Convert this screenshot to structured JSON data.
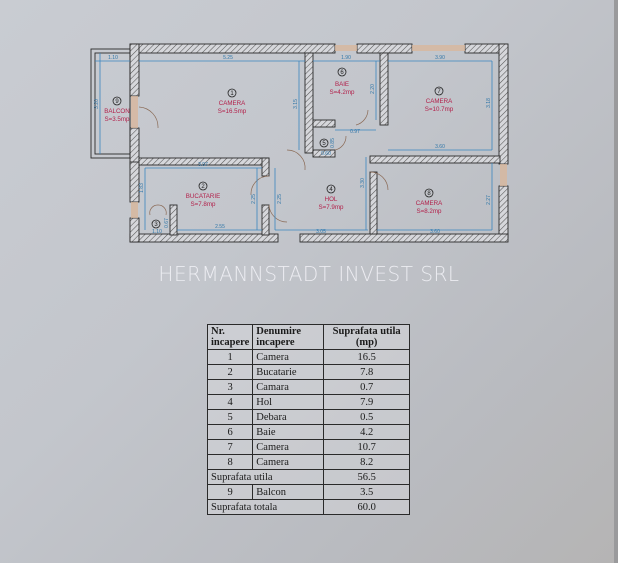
{
  "floor_plan": {
    "rooms": [
      {
        "id": "1",
        "name": "CAMERA",
        "area": "S=16.5mp"
      },
      {
        "id": "2",
        "name": "BUCATARIE",
        "area": "S=7.8mp"
      },
      {
        "id": "3",
        "name": "",
        "area": ""
      },
      {
        "id": "4",
        "name": "HOL",
        "area": "S=7.9mp"
      },
      {
        "id": "5",
        "name": "",
        "area": ""
      },
      {
        "id": "6",
        "name": "BAIE",
        "area": "S=4.2mp"
      },
      {
        "id": "7",
        "name": "CAMERA",
        "area": "S=10.7mp"
      },
      {
        "id": "8",
        "name": "CAMERA",
        "area": "S=8.2mp"
      },
      {
        "id": "9",
        "name": "BALCON",
        "area": "S=3.5mp"
      }
    ],
    "dimensions": {
      "balcon_top": "1.10",
      "balcon_side": "3.20",
      "camera1_top": "5.25",
      "camera1_side": "3.15",
      "baie_top": "1.90",
      "baie_side": "2.20",
      "camera7_top": "3.90",
      "camera7_side": "3.18",
      "camera7_bottom": "3.60",
      "hall_gap": "0.97",
      "debara_w": "0.60",
      "debara_h": "0.85",
      "bucatarie_top": "3.97",
      "bucatarie_side": "1.83",
      "bucatarie_bottom": "2.55",
      "bucatarie_right": "2.25",
      "hol_left": "2.25",
      "hol_bottom": "3.05",
      "hol_right": "3.30",
      "camara_w": "1.10",
      "camara_h": "0.67",
      "camera8_bottom": "3.60",
      "camera8_side": "2.27"
    }
  },
  "watermark": "HERMANNSTADT INVEST SRL",
  "table": {
    "headers": [
      "Nr. incapere",
      "Denumire incapere",
      "Suprafata utila (mp)"
    ],
    "rows": [
      {
        "nr": "1",
        "name": "Camera",
        "area": "16.5"
      },
      {
        "nr": "2",
        "name": "Bucatarie",
        "area": "7.8"
      },
      {
        "nr": "3",
        "name": "Camara",
        "area": "0.7"
      },
      {
        "nr": "4",
        "name": "Hol",
        "area": "7.9"
      },
      {
        "nr": "5",
        "name": "Debara",
        "area": "0.5"
      },
      {
        "nr": "6",
        "name": "Baie",
        "area": "4.2"
      },
      {
        "nr": "7",
        "name": "Camera",
        "area": "10.7"
      },
      {
        "nr": "8",
        "name": "Camera",
        "area": "8.2"
      }
    ],
    "suprafata_utila_label": "Suprafata utila",
    "suprafata_utila_value": "56.5",
    "balcon_row": {
      "nr": "9",
      "name": "Balcon",
      "area": "3.5"
    },
    "suprafata_totala_label": "Suprafata totala",
    "suprafata_totala_value": "60.0"
  },
  "colors": {
    "room_label": "#b2204a",
    "dimension": "#2f76a8",
    "wall": "#2a2a2a"
  }
}
